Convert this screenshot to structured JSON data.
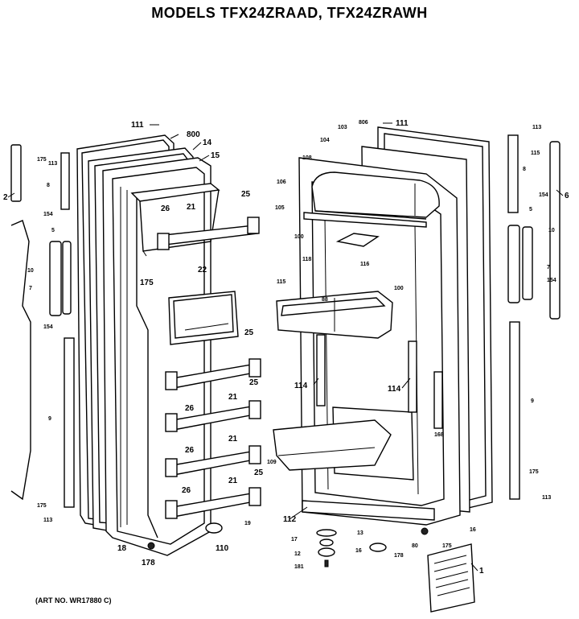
{
  "title": "MODELS TFX24ZRAAD, TFX24ZRAWH",
  "art_no": "(ART NO. WR17880 C)",
  "callouts": [
    {
      "id": "c-111-left",
      "text": "111"
    },
    {
      "id": "c-800",
      "text": "800"
    },
    {
      "id": "c-14",
      "text": "14"
    },
    {
      "id": "c-15",
      "text": "15"
    },
    {
      "id": "c-175-a",
      "text": "175"
    },
    {
      "id": "c-113-a",
      "text": "113"
    },
    {
      "id": "c-2",
      "text": "2"
    },
    {
      "id": "c-8-a",
      "text": "8"
    },
    {
      "id": "c-154-a",
      "text": "154"
    },
    {
      "id": "c-5-a",
      "text": "5"
    },
    {
      "id": "c-10-a",
      "text": "10"
    },
    {
      "id": "c-7-a",
      "text": "7"
    },
    {
      "id": "c-154-b",
      "text": "154"
    },
    {
      "id": "c-9-a",
      "text": "9"
    },
    {
      "id": "c-175-b",
      "text": "175"
    },
    {
      "id": "c-113-b",
      "text": "113"
    },
    {
      "id": "c-25-a",
      "text": "25"
    },
    {
      "id": "c-26-a",
      "text": "26"
    },
    {
      "id": "c-21-a",
      "text": "21"
    },
    {
      "id": "c-175-c",
      "text": "175"
    },
    {
      "id": "c-22",
      "text": "22"
    },
    {
      "id": "c-25-b",
      "text": "25"
    },
    {
      "id": "c-25-c",
      "text": "25"
    },
    {
      "id": "c-26-b",
      "text": "26"
    },
    {
      "id": "c-21-b",
      "text": "21"
    },
    {
      "id": "c-26-c",
      "text": "26"
    },
    {
      "id": "c-21-c",
      "text": "21"
    },
    {
      "id": "c-25-d",
      "text": "25"
    },
    {
      "id": "c-26-d",
      "text": "26"
    },
    {
      "id": "c-21-d",
      "text": "21"
    },
    {
      "id": "c-18",
      "text": "18"
    },
    {
      "id": "c-19",
      "text": "19"
    },
    {
      "id": "c-110",
      "text": "110"
    },
    {
      "id": "c-178-a",
      "text": "178"
    },
    {
      "id": "c-806",
      "text": "806"
    },
    {
      "id": "c-111-right",
      "text": "111"
    },
    {
      "id": "c-103",
      "text": "103"
    },
    {
      "id": "c-104",
      "text": "104"
    },
    {
      "id": "c-108-a",
      "text": "108"
    },
    {
      "id": "c-106",
      "text": "106"
    },
    {
      "id": "c-105",
      "text": "105"
    },
    {
      "id": "c-100-a",
      "text": "100"
    },
    {
      "id": "c-118",
      "text": "118"
    },
    {
      "id": "c-116",
      "text": "116"
    },
    {
      "id": "c-100-b",
      "text": "100"
    },
    {
      "id": "c-115",
      "text": "115"
    },
    {
      "id": "c-88",
      "text": "88"
    },
    {
      "id": "c-114-a",
      "text": "114"
    },
    {
      "id": "c-114-b",
      "text": "114"
    },
    {
      "id": "c-168",
      "text": "168"
    },
    {
      "id": "c-109",
      "text": "109"
    },
    {
      "id": "c-112",
      "text": "112"
    },
    {
      "id": "c-13",
      "text": "13"
    },
    {
      "id": "c-17",
      "text": "17"
    },
    {
      "id": "c-16-a",
      "text": "16"
    },
    {
      "id": "c-12",
      "text": "12"
    },
    {
      "id": "c-181",
      "text": "181"
    },
    {
      "id": "c-80",
      "text": "80"
    },
    {
      "id": "c-178-b",
      "text": "178"
    },
    {
      "id": "c-175-d",
      "text": "175"
    },
    {
      "id": "c-16-b",
      "text": "16"
    },
    {
      "id": "c-1",
      "text": "1"
    },
    {
      "id": "c-113-c",
      "text": "113"
    },
    {
      "id": "c-115-r",
      "text": "115"
    },
    {
      "id": "c-8-r",
      "text": "8"
    },
    {
      "id": "c-6",
      "text": "6"
    },
    {
      "id": "c-154-c",
      "text": "154"
    },
    {
      "id": "c-5-r",
      "text": "5"
    },
    {
      "id": "c-10-r",
      "text": "10"
    },
    {
      "id": "c-7-r",
      "text": "7"
    },
    {
      "id": "c-154-d",
      "text": "154"
    },
    {
      "id": "c-9-r",
      "text": "9"
    },
    {
      "id": "c-175-e",
      "text": "175"
    },
    {
      "id": "c-113-d",
      "text": "113"
    }
  ]
}
